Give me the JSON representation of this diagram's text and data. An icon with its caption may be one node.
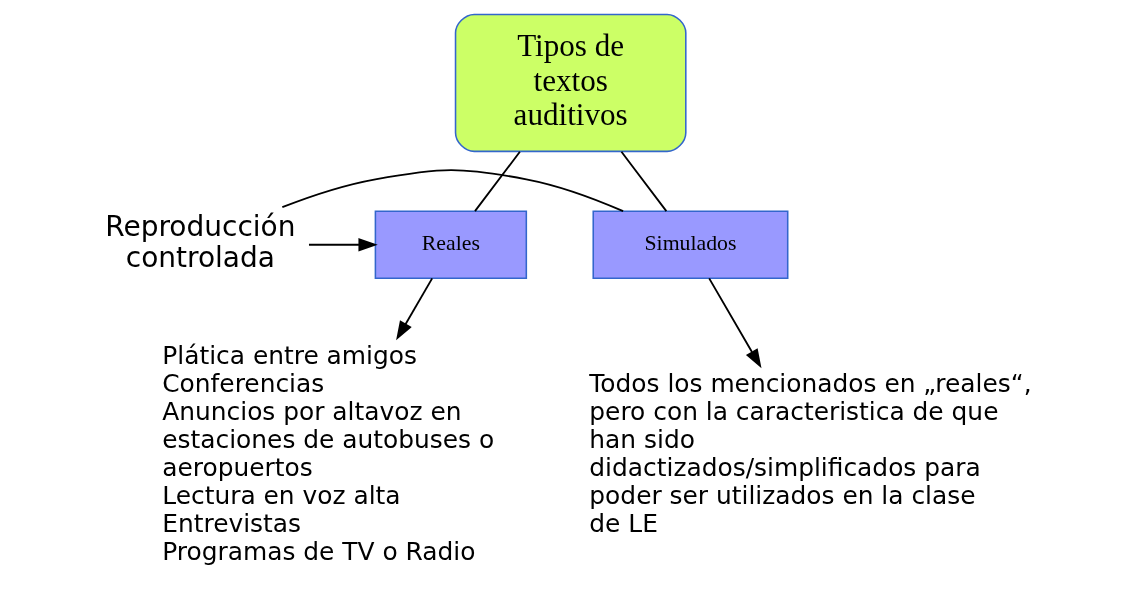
{
  "diagram": {
    "nodes": [
      {
        "text": [
          "Tipos de textos auditivos"
        ]
      },
      {
        "text": [
          "Reales"
        ]
      },
      {
        "text": [
          "Simulados"
        ]
      },
      {
        "text": [
          "Reproducción controlada"
        ]
      },
      {
        "text": [
          "Plática entre amigos",
          "Conferencias",
          "Anuncios por altavoz en estaciones de autobuses o aeropuertos",
          "Lectura en voz alta",
          "Entrevistas",
          "Programas de TV o Radio"
        ]
      },
      {
        "text": [
          "Todos los mencionados en „reales“, pero con la caracteristica de que han sido didactizados/simplificados para poder ser utilizados en la clase de LE"
        ]
      }
    ],
    "edges": [
      {
        "from": 0,
        "to": 1,
        "arrow": "none"
      },
      {
        "from": 0,
        "to": 2,
        "arrow": "none"
      },
      {
        "from": 3,
        "to": 1,
        "arrow": "to"
      },
      {
        "from": 3,
        "to": 2,
        "arrow": "none"
      },
      {
        "from": 1,
        "to": 4,
        "arrow": "to"
      },
      {
        "from": 2,
        "to": 5,
        "arrow": "to"
      }
    ]
  }
}
